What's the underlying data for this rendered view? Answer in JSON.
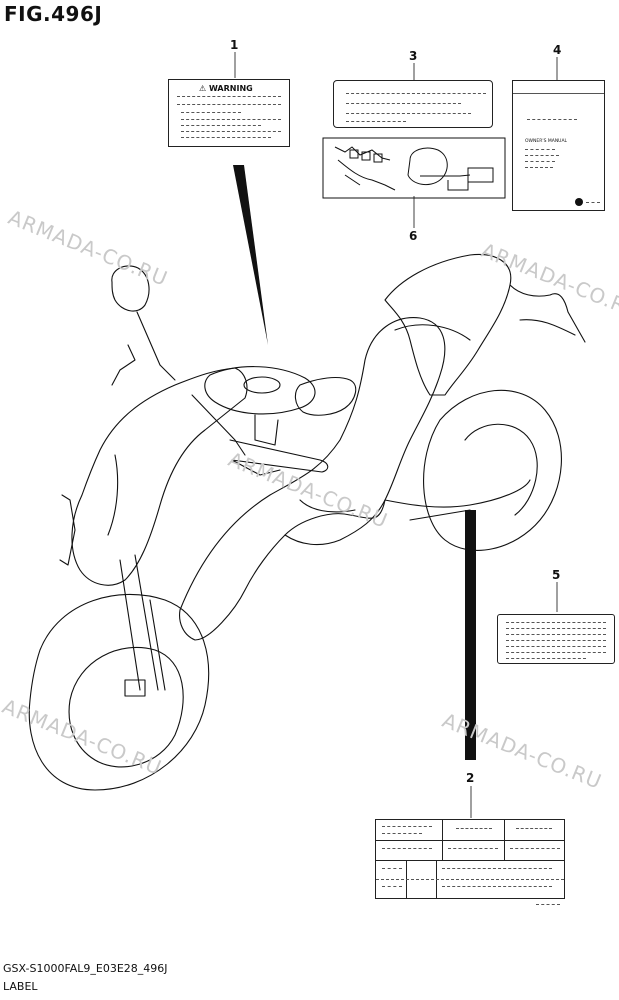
{
  "figure": {
    "title": "FIG.496J",
    "code": "GSX-S1000FAL9_E03E28_496J",
    "section": "LABEL"
  },
  "watermark": "ARMADA-CO.RU",
  "callouts": [
    "1",
    "2",
    "3",
    "4",
    "5",
    "6"
  ],
  "label1": {
    "heading": "WARNING"
  },
  "label4": {
    "heading": "OWNER'S MANUAL"
  }
}
